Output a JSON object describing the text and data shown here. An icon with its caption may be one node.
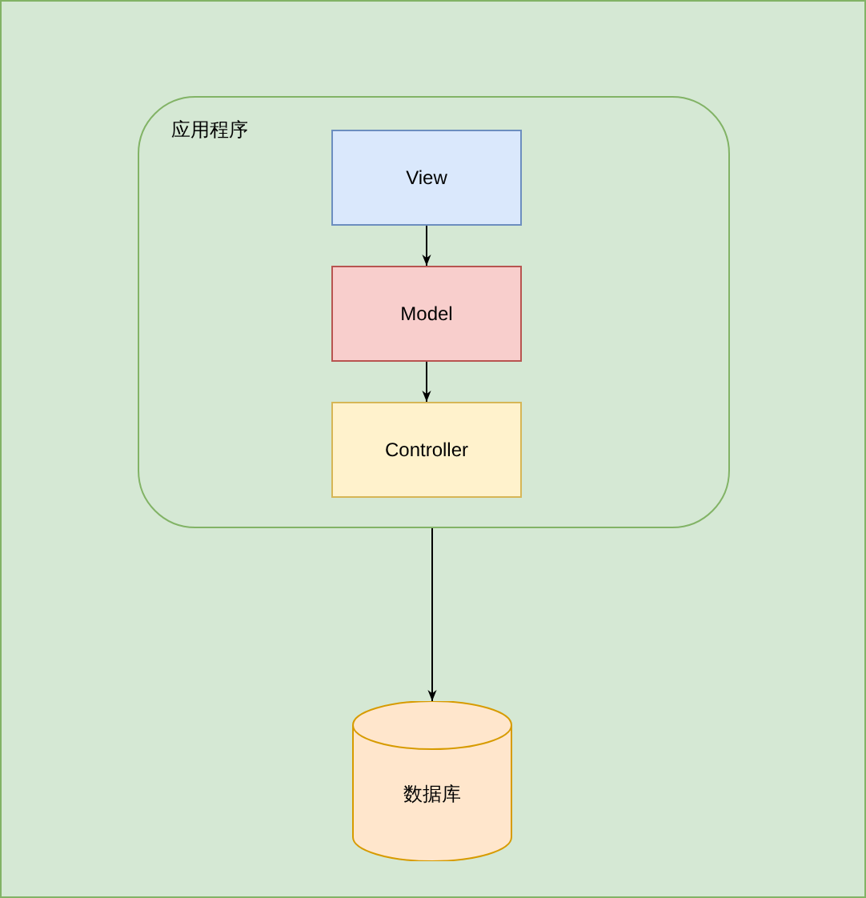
{
  "diagram": {
    "nodes": [
      {
        "text": [
          "应用程序"
        ]
      },
      {
        "text": [
          "View"
        ],
        "in": 0
      },
      {
        "text": [
          "Model"
        ],
        "in": 0
      },
      {
        "text": [
          "Controller"
        ],
        "in": 0
      },
      {
        "text": [
          "数据库"
        ]
      }
    ],
    "edges": [
      {
        "from": 1,
        "to": 2,
        "arrow": "to"
      },
      {
        "from": 2,
        "to": 3,
        "arrow": "to"
      },
      {
        "from": 0,
        "to": 4,
        "arrow": "to"
      }
    ]
  }
}
